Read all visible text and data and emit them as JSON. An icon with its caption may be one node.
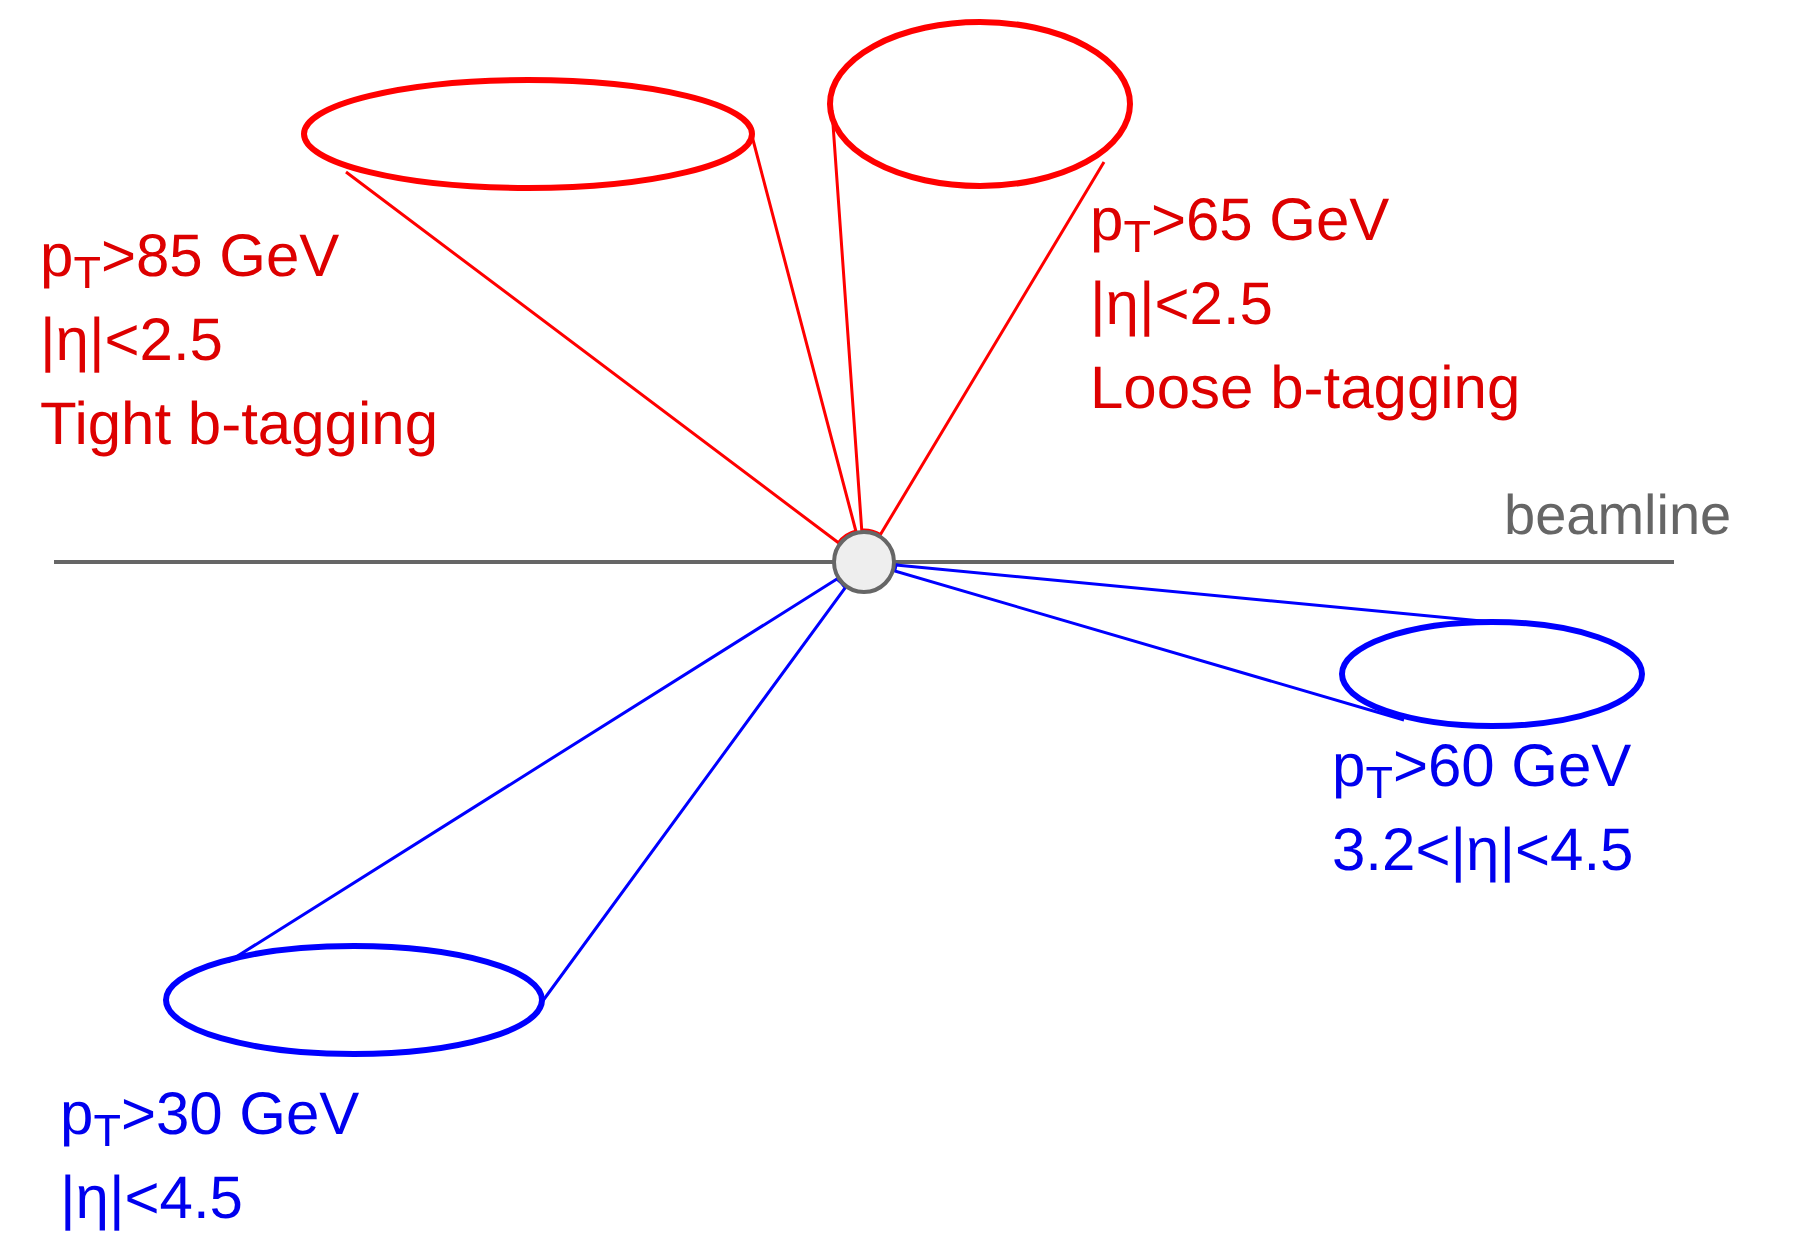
{
  "diagram": {
    "nodes": [
      {
        "text": [],
        "shape": "circle"
      },
      {
        "text": [],
        "shape": "ellipse",
        "beside": [
          "p$_{T}$>85 GeV",
          "|η|<2.5",
          "Tight b-tagging"
        ]
      },
      {
        "text": [],
        "shape": "ellipse",
        "beside": [
          "p$_{T}$>65 GeV",
          "|η|<2.5",
          "Loose b-tagging"
        ]
      },
      {
        "text": [],
        "shape": "ellipse",
        "beside": [
          "p$_{T}$>60 GeV",
          "3.2<|η|<4.5"
        ]
      },
      {
        "text": [],
        "shape": "ellipse",
        "beside": [
          "p$_{T}$>30 GeV",
          "|η|<4.5"
        ]
      }
    ],
    "edges": [
      {
        "from": 0,
        "to": 1,
        "arrow": "none",
        "color": "#ff0000"
      },
      {
        "from": 0,
        "to": 2,
        "arrow": "none",
        "color": "#ff0000"
      },
      {
        "from": 0,
        "to": 3,
        "arrow": "none",
        "color": "#0000ff"
      },
      {
        "from": 0,
        "to": 4,
        "arrow": "none",
        "color": "#0000ff"
      }
    ],
    "labels": [
      "beamline"
    ]
  }
}
